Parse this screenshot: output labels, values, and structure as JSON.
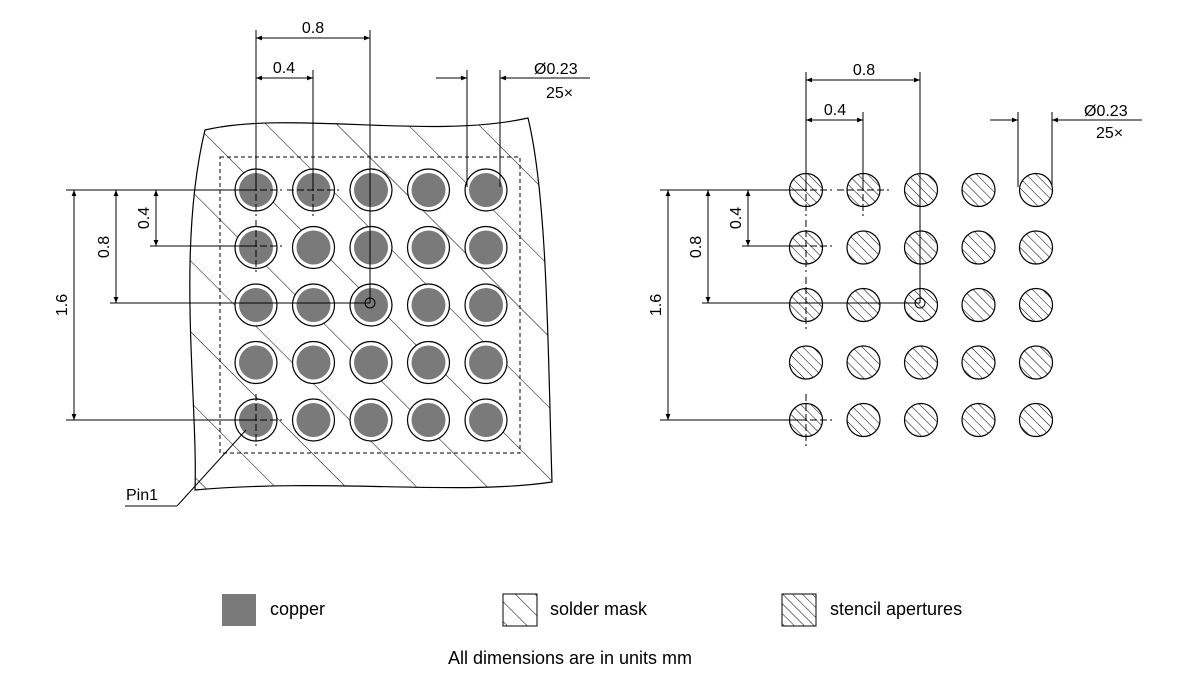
{
  "diagram": {
    "left_view": {
      "dim_top_wide": "0.8",
      "dim_top_narrow": "0.4",
      "dim_diameter": "Ø0.23",
      "dim_count": "25×",
      "dim_left_outer": "1.6",
      "dim_left_mid": "0.8",
      "dim_left_inner": "0.4",
      "pin_label": "Pin1"
    },
    "right_view": {
      "dim_top_wide": "0.8",
      "dim_top_narrow": "0.4",
      "dim_diameter": "Ø0.23",
      "dim_count": "25×",
      "dim_left_outer": "1.6",
      "dim_left_mid": "0.8",
      "dim_left_inner": "0.4"
    },
    "legend": [
      {
        "key": "copper",
        "label": "copper",
        "swatch_color": "#7a7a7a"
      },
      {
        "key": "solder-mask",
        "label": "solder mask"
      },
      {
        "key": "stencil",
        "label": "stencil apertures"
      }
    ],
    "footnote": "All dimensions are in units mm",
    "colors": {
      "copper": "#7a7a7a",
      "line": "#000000",
      "background": "#ffffff"
    }
  }
}
